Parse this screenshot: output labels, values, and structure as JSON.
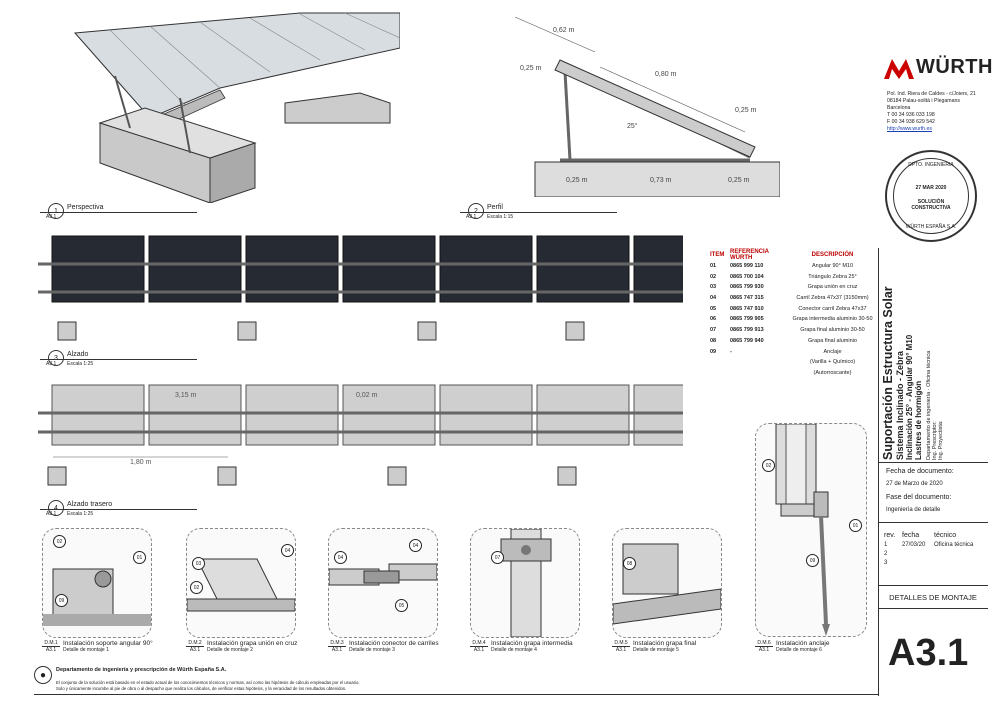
{
  "brand": {
    "name": "WÜRTH",
    "color": "#cc0000"
  },
  "company": {
    "address1": "Pol. Ind. Riera de Caldes - c/Joiers, 21",
    "address2": "08184 Palau-solità i Plegamans",
    "city": "Barcelona",
    "phone": "T 00 34 936 033 198",
    "fax": "F 00 34 938 629 542",
    "web": "http://www.wurth.es"
  },
  "stamp": {
    "top": "DPTO. INGENIERIA",
    "date": "27 MAR 2020",
    "line1": "SOLUCIÓN",
    "line2": "CONSTRUCTIVA",
    "bottom": "WÜRTH ESPAÑA S.A."
  },
  "profile_dims": {
    "top": "0,62 m",
    "diag": "0,80 m",
    "left": "0,25 m",
    "right": "0,25 m",
    "angle": "25°",
    "base1": "0,25 m",
    "base2": "0,73 m",
    "base3": "0,25 m"
  },
  "views": {
    "v1": {
      "num": "1",
      "sheet": "A3.1",
      "title": "Perspectiva",
      "scale": ""
    },
    "v2": {
      "num": "2",
      "sheet": "A3.1",
      "title": "Perfil",
      "scale": "Escala 1:15"
    },
    "v3": {
      "num": "3",
      "sheet": "A3.1",
      "title": "Alzado",
      "scale": "Escala 1:25"
    },
    "v4": {
      "num": "4",
      "sheet": "A3.1",
      "title": "Alzado trasero",
      "scale": "Escala 1:25"
    }
  },
  "rear_dims": {
    "rail": "3,15 m",
    "gap": "0,02 m",
    "span": "1,80 m"
  },
  "table": {
    "headers": [
      "ITEM",
      "REFERENCIA WÜRTH",
      "DESCRIPCIÓN"
    ],
    "rows": [
      [
        "01",
        "0865 999 110",
        "Angular 90° M10"
      ],
      [
        "02",
        "0865 700 104",
        "Triángulo Zebra 25°"
      ],
      [
        "03",
        "0865 799 930",
        "Grapa unión en cruz"
      ],
      [
        "04",
        "0865 747 315",
        "Carril Zebra 47x37 (3150mm)"
      ],
      [
        "05",
        "0865 747 910",
        "Conector carril Zebra 47x37"
      ],
      [
        "06",
        "0865 799 905",
        "Grapa intermedia aluminio 30-50"
      ],
      [
        "07",
        "0865 799 913",
        "Grapa final aluminio 30-50"
      ],
      [
        "08",
        "0865 799 940",
        "Grapa final aluminio"
      ],
      [
        "09",
        "-",
        "Anclaje"
      ],
      [
        "",
        "",
        "(Varilla + Químico)"
      ],
      [
        "",
        "",
        "(Autorroscante)"
      ]
    ]
  },
  "title_block": {
    "main": "Suportación Estructura Solar",
    "sub1": "Sistema Inclinado - Zebra",
    "sub2": "Inclinación 25° - Angular 90° M10",
    "sub3": "Lastres de hormigón",
    "dept": "Departamento de ingeniería · Oficina técnica",
    "prescriptor": "Ing. Prescriptor:",
    "proyectista": "Ing. Proyectista:",
    "date_label": "Fecha de documento:",
    "date_value": "27 de Marzo de 2020",
    "phase_label": "Fase del documento:",
    "phase_value": "Ingeniería de detalle",
    "rev_h": [
      "rev.",
      "fecha",
      "técnico"
    ],
    "revs": [
      [
        "1",
        "27/03/20",
        "Oficina técnica"
      ],
      [
        "2",
        "",
        ""
      ],
      [
        "3",
        "",
        ""
      ]
    ],
    "sheet_name": "DETALLES DE MONTAJE",
    "sheet_code": "A3.1"
  },
  "details": [
    {
      "code": "D.M.1",
      "sheet": "A3.1",
      "title": "Instalación soporte angular 90°",
      "sub": "Detalle de montaje 1",
      "callouts": [
        "02",
        "01",
        "09"
      ]
    },
    {
      "code": "D.M.2",
      "sheet": "A3.1",
      "title": "Instalación grapa unión en cruz",
      "sub": "Detalle de montaje 2",
      "callouts": [
        "03",
        "04",
        "02"
      ]
    },
    {
      "code": "D.M.3",
      "sheet": "A3.1",
      "title": "Instalación conector de carriles",
      "sub": "Detalle de montaje 3",
      "callouts": [
        "04",
        "04",
        "05"
      ]
    },
    {
      "code": "D.M.4",
      "sheet": "A3.1",
      "title": "Instalación grapa intermedia",
      "sub": "Detalle de montaje 4",
      "callouts": [
        "07"
      ]
    },
    {
      "code": "D.M.5",
      "sheet": "A3.1",
      "title": "Instalación grapa final",
      "sub": "Detalle de montaje 5",
      "callouts": [
        "08"
      ]
    },
    {
      "code": "D.M.6",
      "sheet": "A3.1",
      "title": "Instalación anclaje",
      "sub": "Detalle de montaje 6",
      "callouts": [
        "02",
        "01",
        "09"
      ]
    }
  ],
  "footer": {
    "dept": "Departamento de ingeniería y prescripción de Würth España S.A.",
    "note1": "El conjunto de la solución está basado en el estado actual de los conocimientos técnicos y normas, así como las hipótesis de cálculo empleadas por el usuario.",
    "note2": "Solo y únicamente incumbe al pie de obra o al despacho que realiza los cálculos, de verificar estas hipótesis, y la veracidad de los resultados obtenidos."
  }
}
